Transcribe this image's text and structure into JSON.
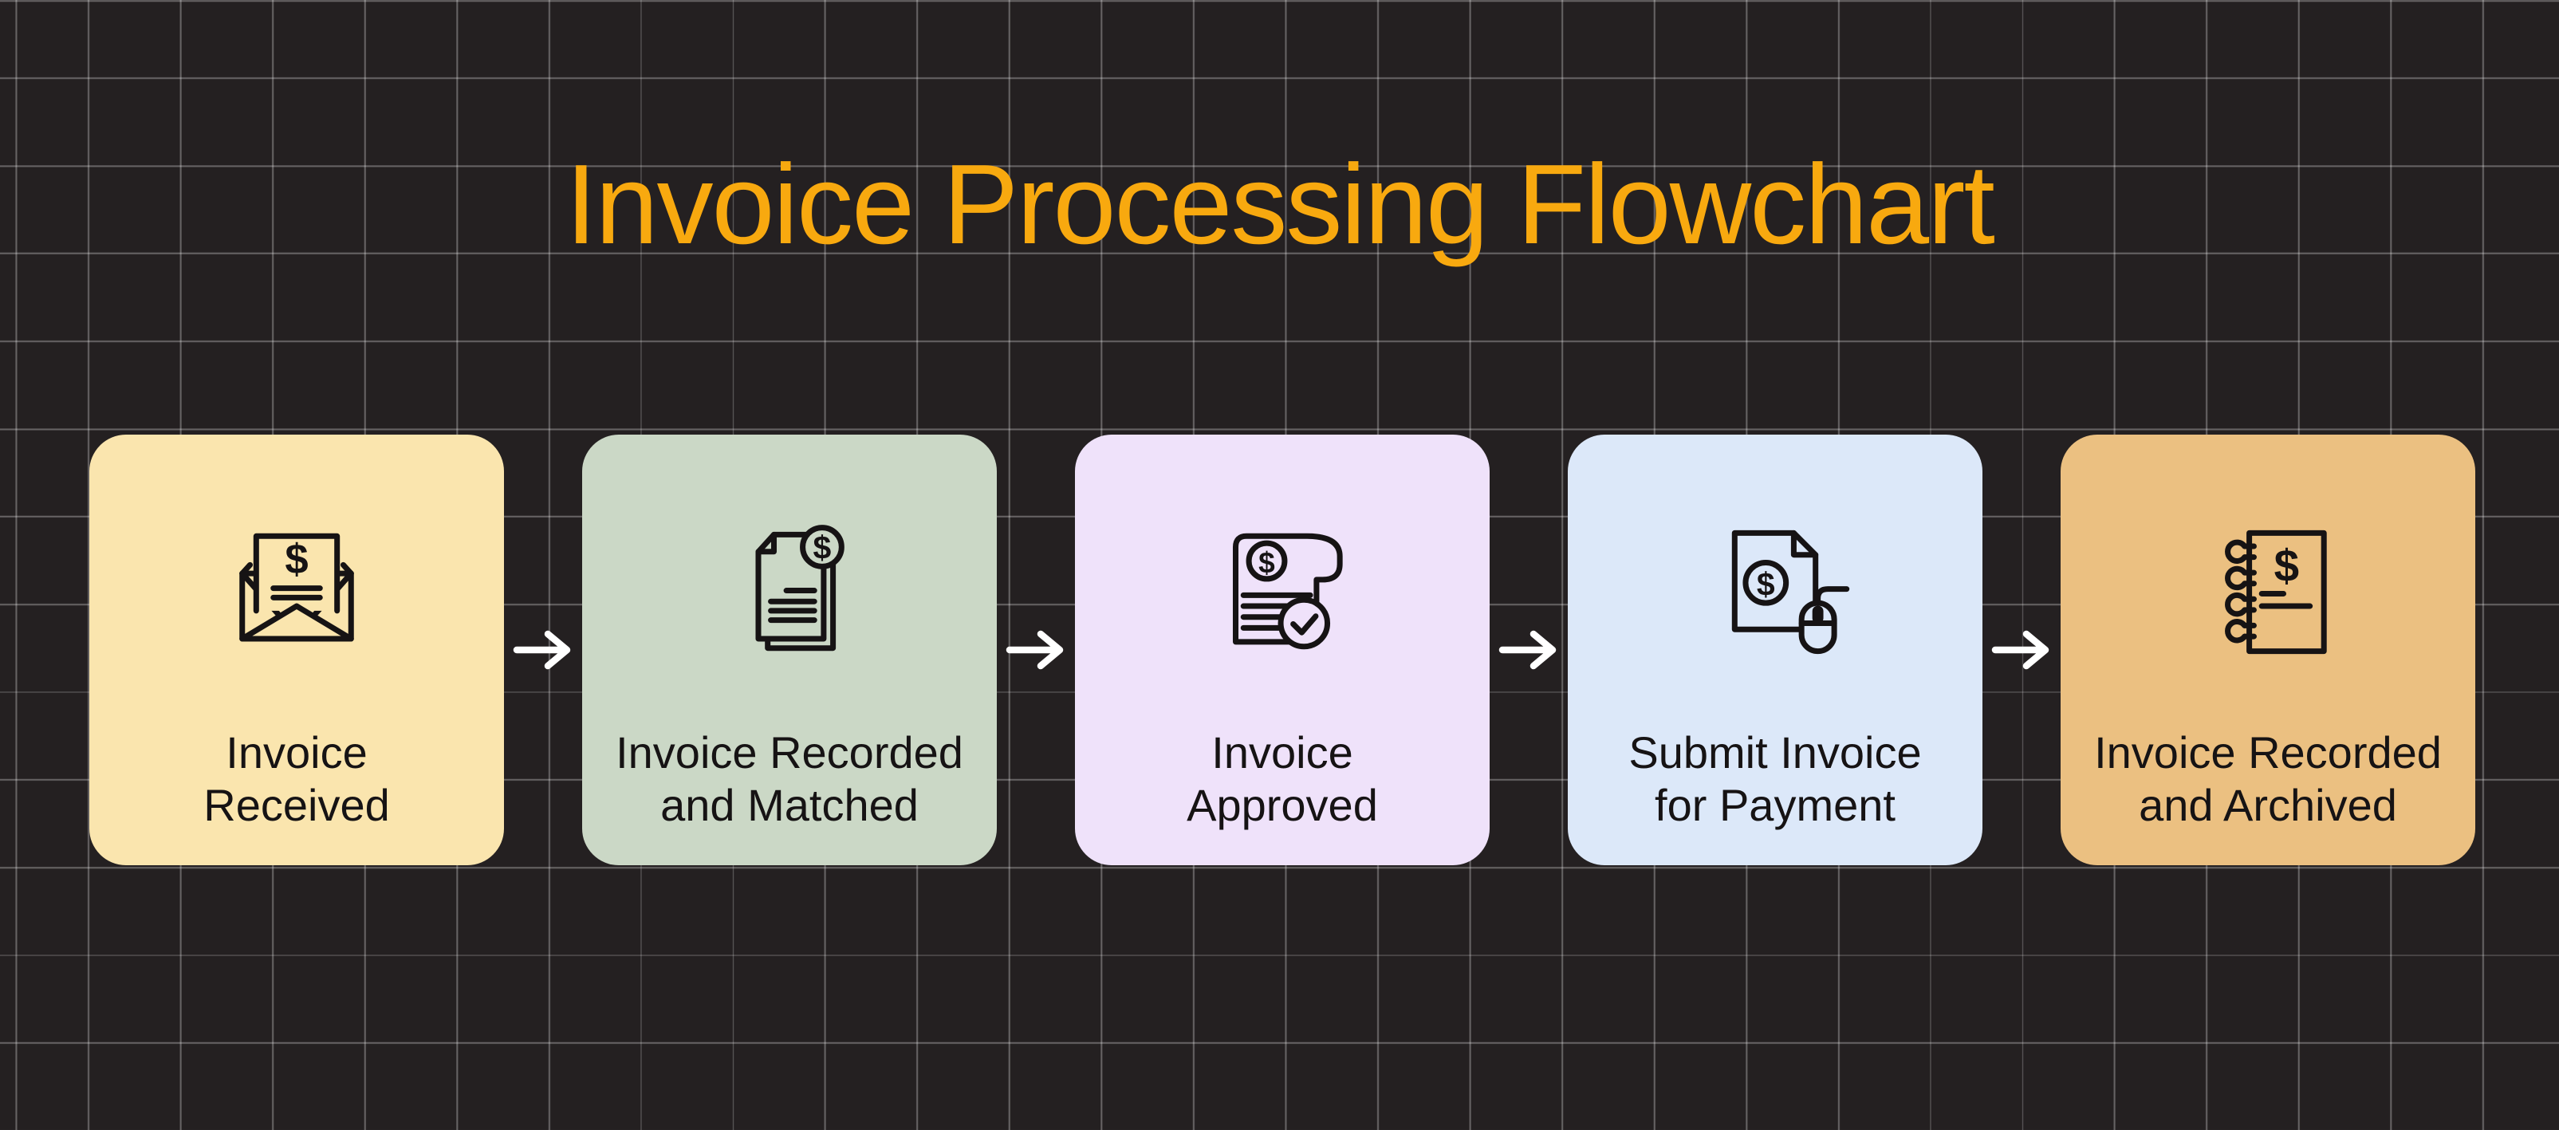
{
  "page": {
    "title": "Invoice Processing Flowchart"
  },
  "theme": {
    "background": "#242021",
    "grid_line": "rgba(255,255,255,0.30)",
    "title_color": "#F8A90F",
    "text_color": "#161314",
    "arrow_color": "#FFFFFF"
  },
  "flowchart": {
    "direction": "left-to-right",
    "connector": "white right arrow",
    "dollar_glyph": "$",
    "steps": [
      {
        "label": "Invoice Received",
        "label_lines": [
          "Invoice",
          "Received"
        ],
        "icon": "open-envelope-dollar-letter-icon",
        "color": "#FAE5AE"
      },
      {
        "label": "Invoice Recorded and Matched",
        "label_lines": [
          "Invoice Recorded",
          "and Matched"
        ],
        "icon": "stacked-documents-dollar-badge-icon",
        "color": "#CBD8C6"
      },
      {
        "label": "Invoice Approved",
        "label_lines": [
          "Invoice",
          "Approved"
        ],
        "icon": "receipt-scroll-dollar-checkmark-icon",
        "color": "#EFE2FA"
      },
      {
        "label": "Submit Invoice for Payment",
        "label_lines": [
          "Submit Invoice",
          "for Payment"
        ],
        "icon": "document-dollar-computer-mouse-icon",
        "color": "#DCE8F9"
      },
      {
        "label": "Invoice Recorded and Archived",
        "label_lines": [
          "Invoice Recorded",
          "and Archived"
        ],
        "icon": "spiral-ledger-dollar-icon",
        "color": "#EBC081"
      }
    ]
  }
}
